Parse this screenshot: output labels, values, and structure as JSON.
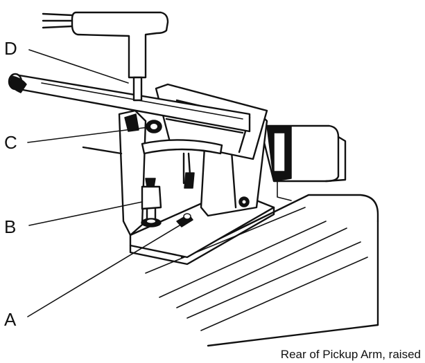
{
  "callouts": {
    "a": "A",
    "b": "B",
    "c": "C",
    "d": "D"
  },
  "caption": "Rear of Pickup Arm, raised"
}
